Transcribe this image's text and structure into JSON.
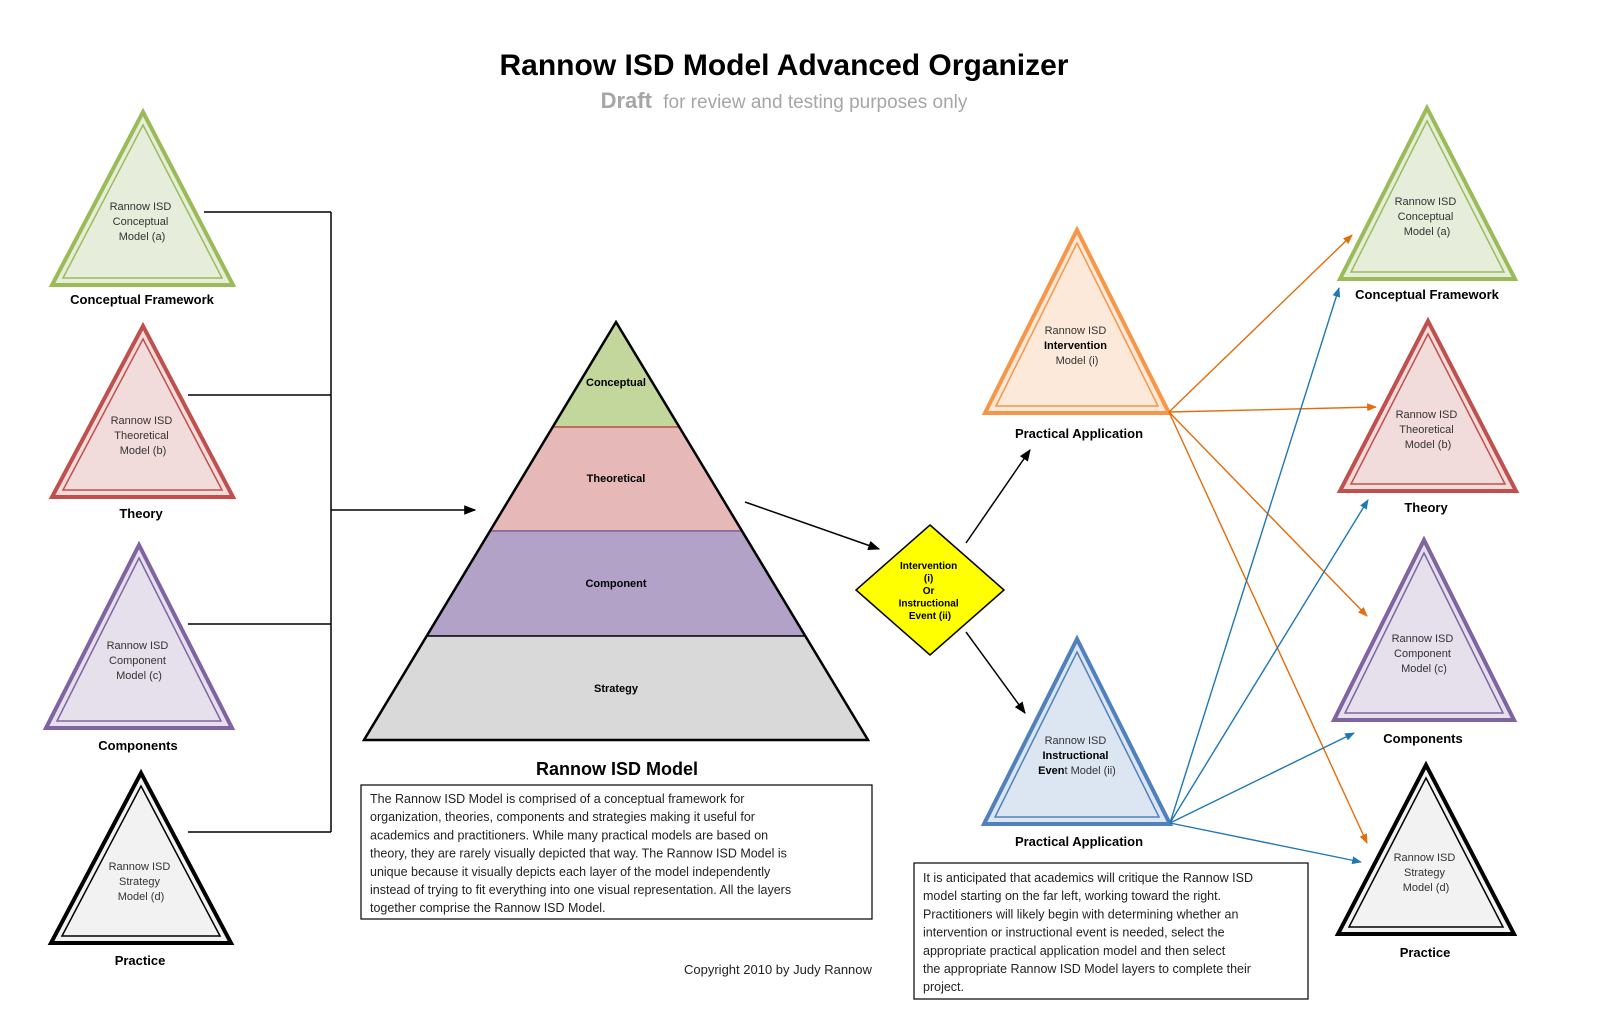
{
  "title": "Rannow ISD Model Advanced Organizer",
  "subtitle": {
    "draft": "Draft",
    "rest": "for review and testing purposes only"
  },
  "left_models": [
    {
      "lines": [
        "Rannow ISD",
        "Conceptual",
        "Model (a)"
      ],
      "caption": "Conceptual Framework"
    },
    {
      "lines": [
        "Rannow ISD",
        "Theoretical",
        "Model (b)"
      ],
      "caption": "Theory"
    },
    {
      "lines": [
        "Rannow ISD",
        "Component",
        "Model (c)"
      ],
      "caption": "Components"
    },
    {
      "lines": [
        "Rannow ISD",
        "Strategy",
        "Model (d)"
      ],
      "caption": "Practice"
    }
  ],
  "right_models": [
    {
      "lines": [
        "Rannow ISD",
        "Conceptual",
        "Model (a)"
      ],
      "caption": "Conceptual Framework"
    },
    {
      "lines": [
        "Rannow ISD",
        "Theoretical",
        "Model (b)"
      ],
      "caption": "Theory"
    },
    {
      "lines": [
        "Rannow ISD",
        "Component",
        "Model (c)"
      ],
      "caption": "Components"
    },
    {
      "lines": [
        "Rannow ISD",
        "Strategy",
        "Model (d)"
      ],
      "caption": "Practice"
    }
  ],
  "pyramid": {
    "layers": [
      "Conceptual",
      "Theoretical",
      "Component",
      "Strategy"
    ],
    "caption": "Rannow ISD Model"
  },
  "pyramid_description": [
    "The Rannow ISD Model is comprised of a conceptual framework for",
    "organization, theories, components and strategies making it useful for",
    "academics and practitioners.  While many practical models are based on",
    "theory, they are rarely visually depicted that way.  The Rannow ISD Model is",
    "unique because it visually depicts each layer of the model independently",
    "instead of trying to fit everything into one visual representation.  All the layers",
    "together comprise the Rannow ISD Model."
  ],
  "decision": {
    "lines": [
      "Intervention",
      "(i)",
      "Or",
      "Instructional",
      "Event (ii)"
    ]
  },
  "intervention_model": {
    "line1": "Rannow ISD",
    "line2": "Intervention",
    "line3": "Model (i)",
    "caption": "Practical Application"
  },
  "instructional_model": {
    "line1": "Rannow ISD",
    "line2": "Instructional",
    "line3a": "Even",
    "line3b": "t Model (ii)",
    "caption": "Practical Application"
  },
  "right_description": [
    "It is anticipated that academics will critique the Rannow ISD",
    "model starting on the far left, working toward the right.",
    "Practitioners will likely begin with determining whether an",
    "intervention or instructional event is needed, select the",
    "appropriate practical application model and then select",
    "the appropriate Rannow ISD Model layers to complete their",
    "project."
  ],
  "copyright": "Copyright 2010 by Judy Rannow",
  "colors": {
    "green": "#9bbb59",
    "green_fill": "#e6eedb",
    "green_layer": "#c3d69b",
    "red": "#c0504d",
    "red_fill": "#f2dcdb",
    "red_layer": "#e6b9b8",
    "purple": "#8064a2",
    "purple_fill": "#e5e0ec",
    "purple_layer": "#b3a2c7",
    "black": "#000000",
    "gray_fill": "#f2f2f2",
    "gray_layer": "#d9d9d9",
    "orange": "#f79646",
    "orange_fill": "#fde9d9",
    "orange_arrow": "#e46c0a",
    "blue": "#4f81bd",
    "blue_fill": "#dce6f2",
    "blue_arrow": "#1f77b4",
    "yellow": "#ffff00"
  }
}
